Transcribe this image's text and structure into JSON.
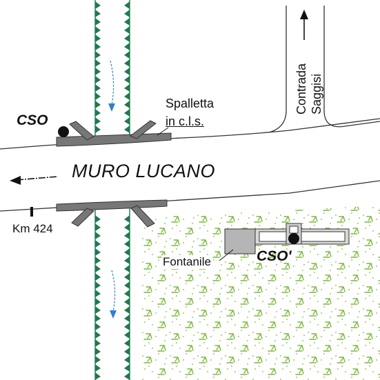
{
  "labels": {
    "cso": "CSO",
    "cso_prime": "CSO'",
    "spalletta_line1": "Spalletta",
    "spalletta_line2": "in c.l.s.",
    "town": "MURO LUCANO",
    "km_marker": "Km 424",
    "fontanile": "Fontanile",
    "contrada": "Contrada",
    "saggisi": "Saggisi"
  },
  "colors": {
    "stream_edge": "#1f7a4f",
    "flow_arrow": "#2f7fd0",
    "vegetation": "#7ab83a",
    "structure_gray": "#777777",
    "fontanile_fill": "#b5b5b5",
    "outline": "#333333"
  },
  "icons": {
    "cso_marker": "filled-circle",
    "stream_banks": "triangle-hatch",
    "vegetation_area": "grass-tuft-pattern",
    "direction": "arrow"
  }
}
